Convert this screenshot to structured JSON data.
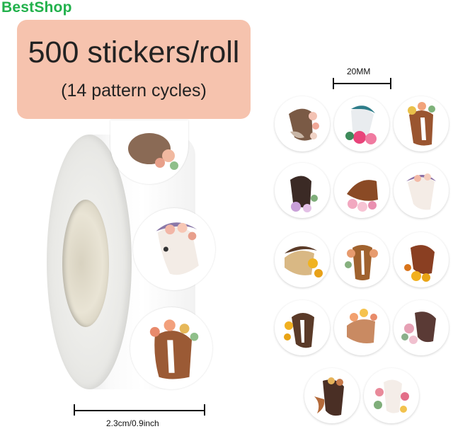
{
  "brand": "BestShop",
  "badge": {
    "main": "500 stickers/roll",
    "sub": "(14 pattern cycles)"
  },
  "dimensions": {
    "sticker_size": "20MM",
    "roll_width": "2.3cm/0.9inch"
  },
  "colors": {
    "brand": "#22b14c",
    "badge_bg": "#f6c3ae"
  }
}
